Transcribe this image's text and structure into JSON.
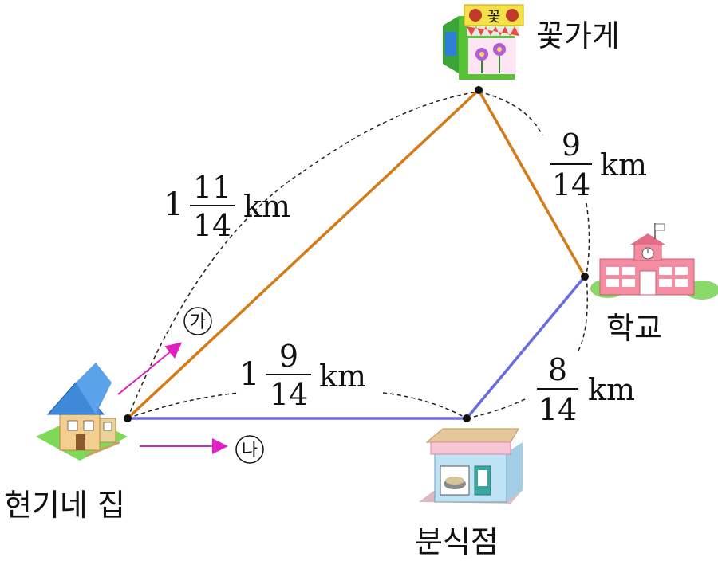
{
  "places": {
    "home": "현기네 집",
    "flower_shop": "꽃가게",
    "school": "학교",
    "snack_bar": "분식점",
    "flower_shop_sign": "꽃"
  },
  "distances": {
    "home_to_flower": {
      "whole": "1",
      "numerator": "11",
      "denominator": "14",
      "unit": "km"
    },
    "flower_to_school": {
      "whole": "",
      "numerator": "9",
      "denominator": "14",
      "unit": "km"
    },
    "home_to_snack": {
      "whole": "1",
      "numerator": "9",
      "denominator": "14",
      "unit": "km"
    },
    "snack_to_school": {
      "whole": "",
      "numerator": "8",
      "denominator": "14",
      "unit": "km"
    }
  },
  "routes": {
    "ga": "가",
    "na": "나"
  },
  "colors": {
    "route_ga": "#d47a17",
    "route_na": "#6b6be0",
    "arrow": "#e020c0",
    "dashed": "#222222"
  }
}
